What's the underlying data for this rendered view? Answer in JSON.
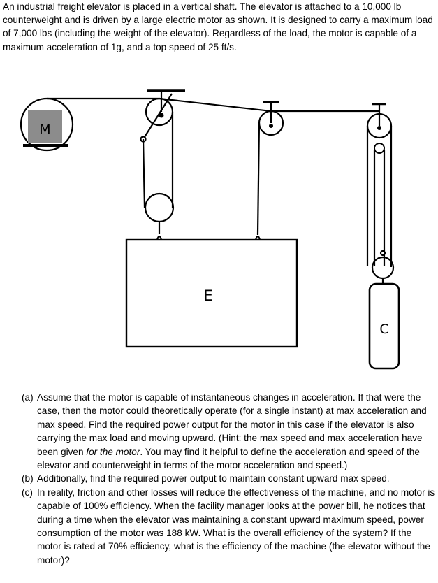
{
  "problem": {
    "intro": "An industrial freight elevator is placed in a vertical shaft. The elevator is attached to a 10,000 lb counterweight and is driven by a large electric motor as shown. It is designed to carry a maximum load of 7,000 lbs (including the weight of the elevator). Regardless of the load, the motor is capable of a maximum acceleration of 1g, and a top speed of 25 ft/s."
  },
  "diagram": {
    "motor_label": "M",
    "elevator_label": "E",
    "counterweight_label": "C",
    "motor_fill": "#8c8c8c"
  },
  "questions": [
    {
      "letter": "(a)",
      "text_before": "Assume that the motor is capable of instantaneous changes in acceleration. If that were the case, then the motor could theoretically operate (for a single instant) at max acceleration and max speed. Find the required power output for the motor in this case if the elevator is also carrying the max load and moving upward. (Hint: the max speed and max acceleration have been given ",
      "text_emphasis": "for the motor",
      "text_after": ". You may find it helpful to define the acceleration and speed of the elevator and counterweight in terms of the motor acceleration and speed.)"
    },
    {
      "letter": "(b)",
      "text": "Additionally, find the required power output to maintain constant upward max speed."
    },
    {
      "letter": "(c)",
      "text": "In reality, friction and other losses will reduce the effectiveness of the machine, and no motor is capable of 100% efficiency. When the facility manager looks at the power bill, he notices that during a time when the elevator was maintaining a constant upward maximum speed, power consumption of the motor was 188 kW. What is the overall efficiency of the system? If the motor is rated at 70% efficiency, what is the efficiency of the machine (the elevator without the motor)?"
    }
  ]
}
